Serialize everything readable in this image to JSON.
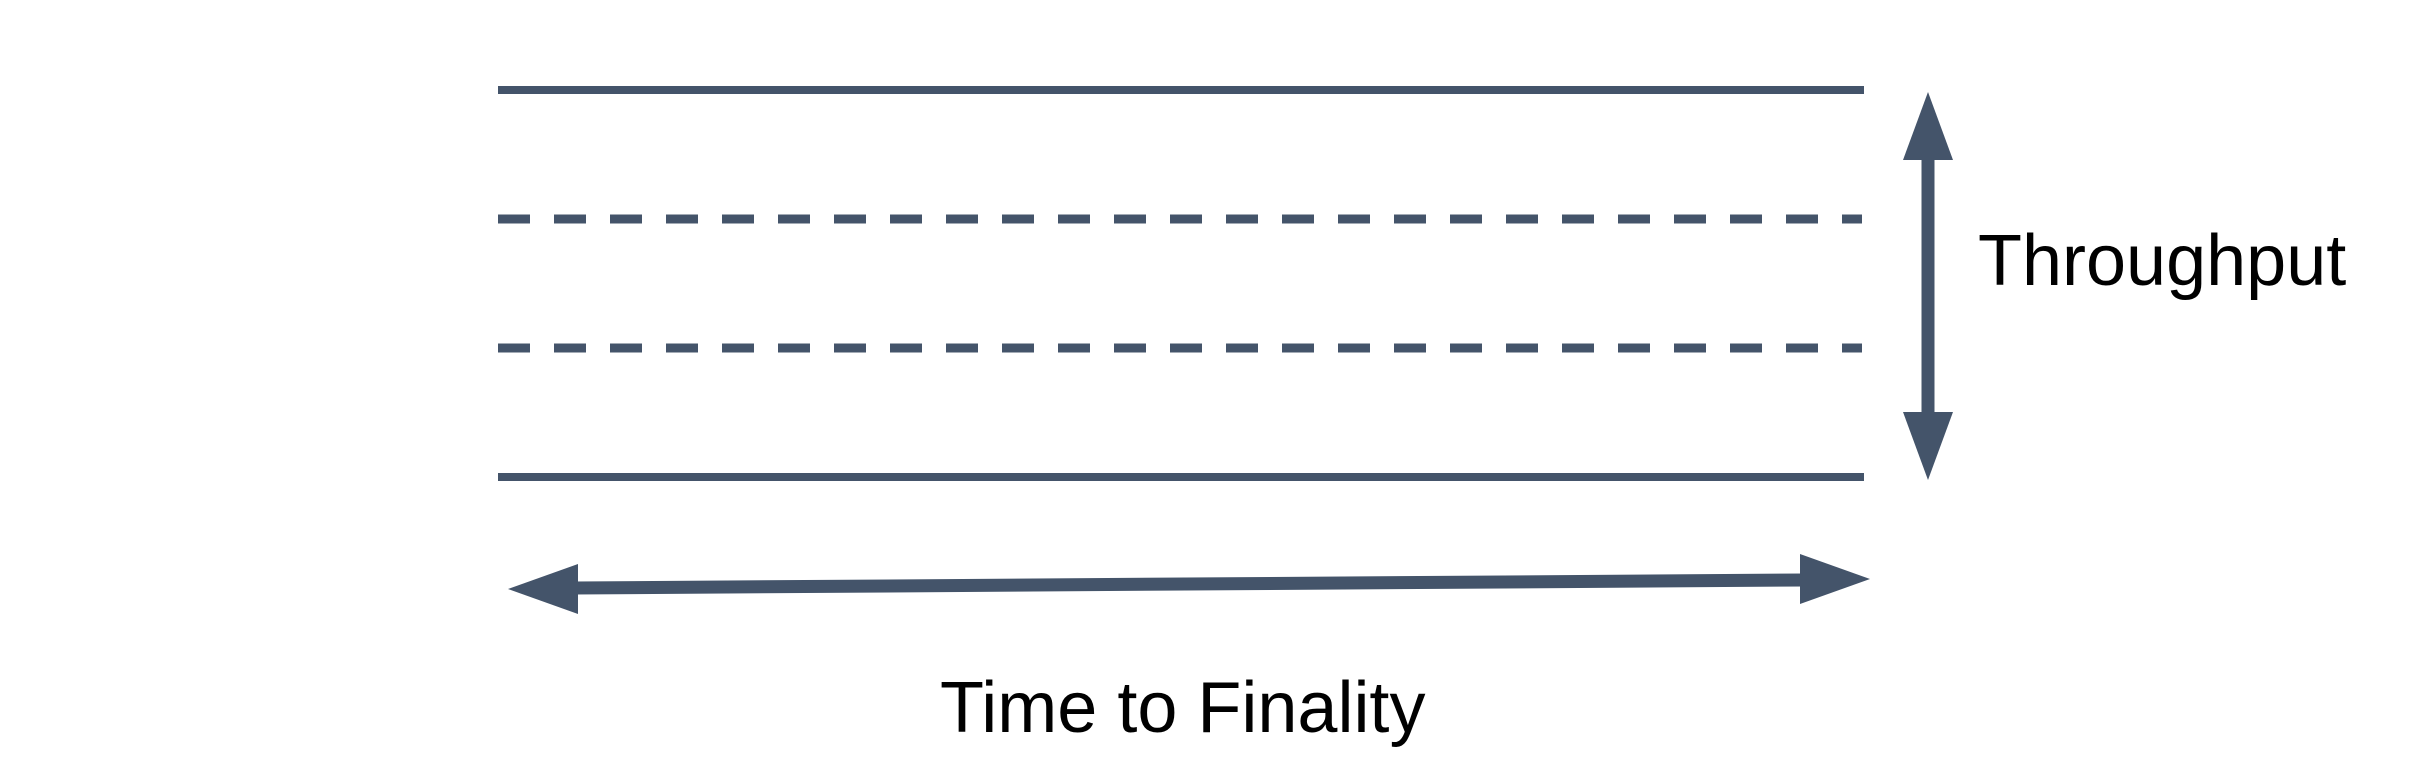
{
  "labels": {
    "throughput": "Throughput",
    "time_to_finality": "Time to Finality"
  },
  "icons": {
    "vertical_arrow": "double-headed-vertical-arrow",
    "horizontal_arrow": "double-headed-horizontal-arrow"
  },
  "theme": {
    "line-color": "#44546A",
    "text-color": "#000000",
    "canvas-bg": "#FFFFFF"
  },
  "diagram": {
    "solid_line_count": 2,
    "dashed_line_count": 2
  }
}
